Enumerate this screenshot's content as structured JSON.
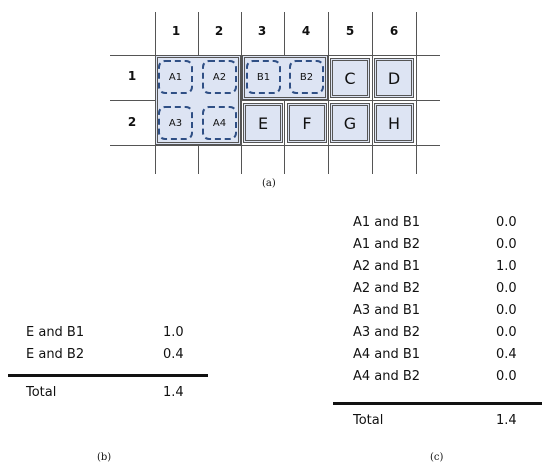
{
  "grid": {
    "column_headers": [
      "1",
      "2",
      "3",
      "4",
      "5",
      "6"
    ],
    "row_headers": [
      "1",
      "2"
    ],
    "block_labels": [
      "C",
      "D",
      "E",
      "F",
      "G",
      "H"
    ],
    "subcells": [
      "A1",
      "A2",
      "A3",
      "A4",
      "B1",
      "B2"
    ],
    "caption": "(a)"
  },
  "table_b": {
    "rows": [
      {
        "label": "E and B1",
        "value": "1.0"
      },
      {
        "label": "E and B2",
        "value": "0.4"
      }
    ],
    "total_label": "Total",
    "total_value": "1.4",
    "caption": "(b)"
  },
  "table_c": {
    "rows": [
      {
        "label": "A1 and B1",
        "value": "0.0"
      },
      {
        "label": "A1 and B2",
        "value": "0.0"
      },
      {
        "label": "A2 and B1",
        "value": "1.0"
      },
      {
        "label": "A2 and B2",
        "value": "0.0"
      },
      {
        "label": "A3 and B1",
        "value": "0.0"
      },
      {
        "label": "A3 and B2",
        "value": "0.0"
      },
      {
        "label": "A4 and B1",
        "value": "0.4"
      },
      {
        "label": "A4 and B2",
        "value": "0.0"
      }
    ],
    "total_label": "Total",
    "total_value": "1.4",
    "caption": "(c)"
  }
}
